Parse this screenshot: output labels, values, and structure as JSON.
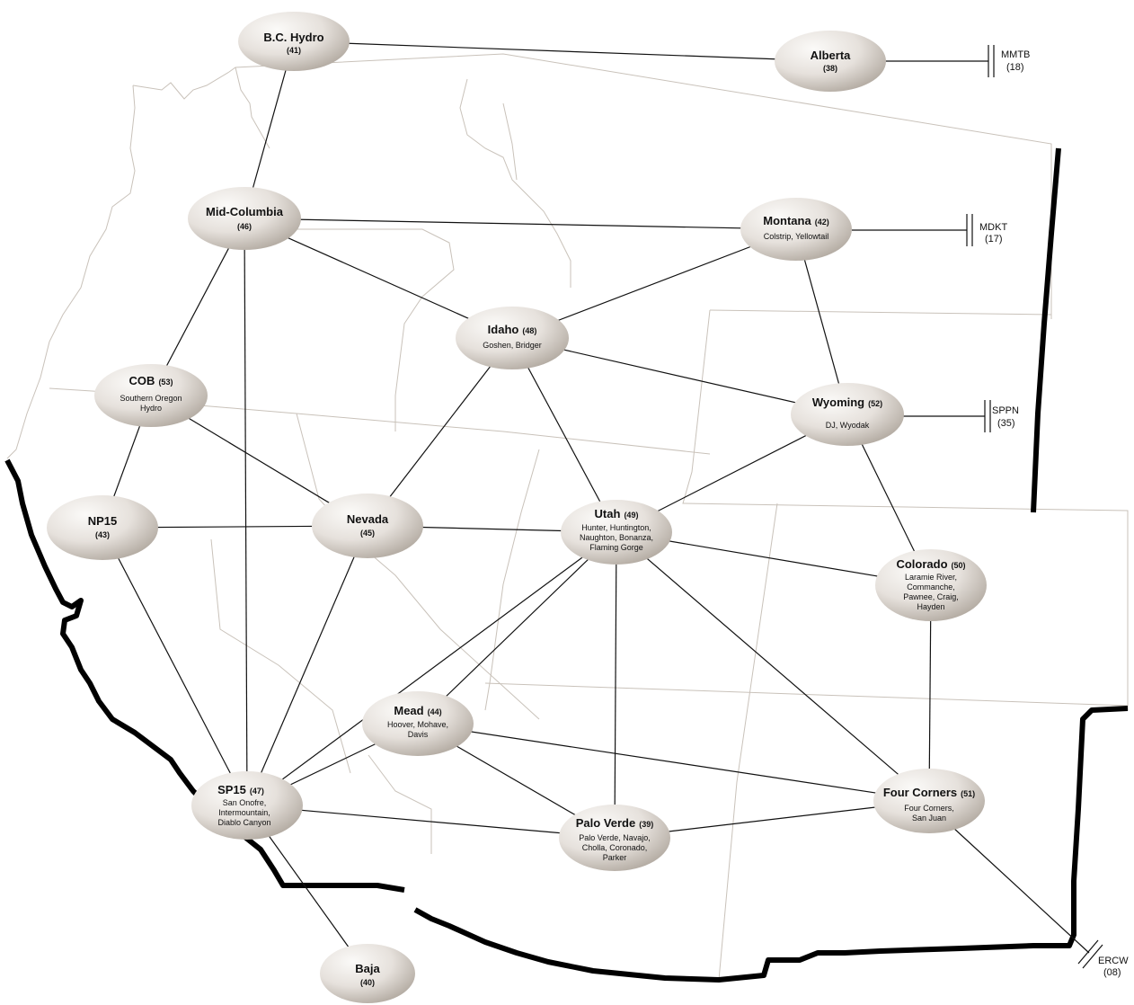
{
  "nodes": {
    "bc_hydro": {
      "name": "B.C. Hydro",
      "code": "(41)"
    },
    "alberta": {
      "name": "Alberta",
      "code": "(38)"
    },
    "mid_columbia": {
      "name": "Mid-Columbia",
      "code": "(46)"
    },
    "montana": {
      "name": "Montana",
      "code": "(42)",
      "plants": [
        "Colstrip, Yellowtail"
      ]
    },
    "idaho": {
      "name": "Idaho",
      "code": "(48)",
      "plants": [
        "Goshen, Bridger"
      ]
    },
    "cob": {
      "name": "COB",
      "code": "(53)",
      "plants": [
        "Southern Oregon",
        "Hydro"
      ]
    },
    "wyoming": {
      "name": "Wyoming",
      "code": "(52)",
      "plants": [
        "DJ, Wyodak"
      ]
    },
    "np15": {
      "name": "NP15",
      "code": "(43)"
    },
    "nevada": {
      "name": "Nevada",
      "code": "(45)"
    },
    "utah": {
      "name": "Utah",
      "code": "(49)",
      "plants": [
        "Hunter, Huntington,",
        "Naughton, Bonanza,",
        "Flaming Gorge"
      ]
    },
    "colorado": {
      "name": "Colorado",
      "code": "(50)",
      "plants": [
        "Laramie River,",
        "Commanche,",
        "Pawnee, Craig,",
        "Hayden"
      ]
    },
    "mead": {
      "name": "Mead",
      "code": "(44)",
      "plants": [
        "Hoover, Mohave,",
        "Davis"
      ]
    },
    "sp15": {
      "name": "SP15",
      "code": "(47)",
      "plants": [
        "San Onofre,",
        "Intermountain,",
        "Diablo Canyon"
      ]
    },
    "four_corners": {
      "name": "Four Corners",
      "code": "(51)",
      "plants": [
        "Four Corners,",
        "San Juan"
      ]
    },
    "palo_verde": {
      "name": "Palo Verde",
      "code": "(39)",
      "plants": [
        "Palo Verde, Navajo,",
        "Cholla, Coronado,",
        "Parker"
      ]
    },
    "baja": {
      "name": "Baja",
      "code": "(40)"
    }
  },
  "external_ties": {
    "mmtb": {
      "name": "MMTB",
      "code": "(18)"
    },
    "mdkt": {
      "name": "MDKT",
      "code": "(17)"
    },
    "sppn": {
      "name": "SPPN",
      "code": "(35)"
    },
    "ercw": {
      "name": "ERCW",
      "code": "(08)"
    }
  },
  "links": [
    [
      "bc_hydro",
      "alberta"
    ],
    [
      "bc_hydro",
      "mid_columbia"
    ],
    [
      "mid_columbia",
      "montana"
    ],
    [
      "mid_columbia",
      "idaho"
    ],
    [
      "mid_columbia",
      "cob"
    ],
    [
      "mid_columbia",
      "sp15"
    ],
    [
      "montana",
      "idaho"
    ],
    [
      "montana",
      "wyoming"
    ],
    [
      "idaho",
      "wyoming"
    ],
    [
      "idaho",
      "nevada"
    ],
    [
      "idaho",
      "utah"
    ],
    [
      "cob",
      "np15"
    ],
    [
      "cob",
      "nevada"
    ],
    [
      "np15",
      "nevada"
    ],
    [
      "np15",
      "sp15"
    ],
    [
      "nevada",
      "utah"
    ],
    [
      "nevada",
      "sp15"
    ],
    [
      "wyoming",
      "utah"
    ],
    [
      "wyoming",
      "colorado"
    ],
    [
      "utah",
      "colorado"
    ],
    [
      "utah",
      "mead"
    ],
    [
      "utah",
      "sp15"
    ],
    [
      "utah",
      "palo_verde"
    ],
    [
      "utah",
      "four_corners"
    ],
    [
      "colorado",
      "four_corners"
    ],
    [
      "mead",
      "sp15"
    ],
    [
      "mead",
      "palo_verde"
    ],
    [
      "mead",
      "four_corners"
    ],
    [
      "sp15",
      "palo_verde"
    ],
    [
      "sp15",
      "baja"
    ],
    [
      "palo_verde",
      "four_corners"
    ]
  ],
  "colors": {
    "node_fill_light": "#f7f5f2",
    "node_fill_dark": "#b8b1a8",
    "line": "#111111",
    "state_border": "#c9c2ba"
  }
}
